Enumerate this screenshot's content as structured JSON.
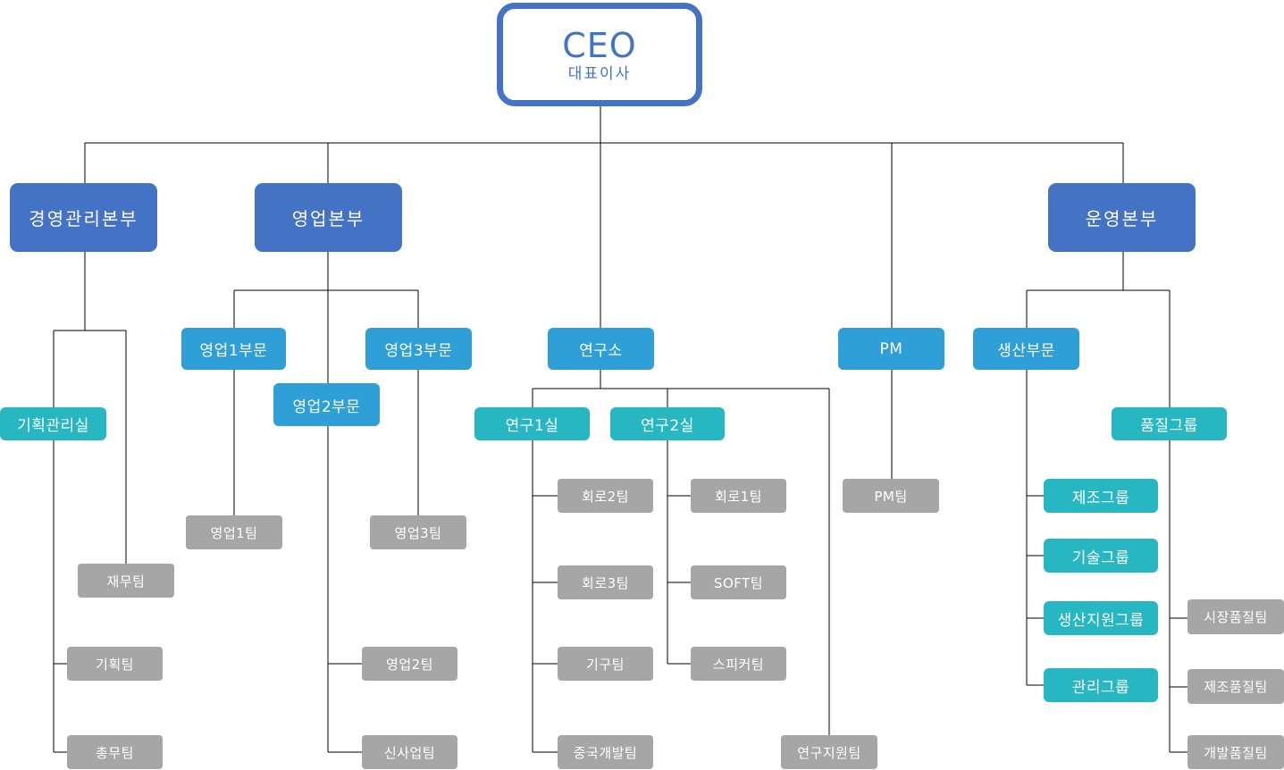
{
  "ceo": {
    "title": "CEO",
    "subtitle": "대표이사"
  },
  "divisions": {
    "management": "경영관리본부",
    "sales": "영업본부",
    "operations": "운영본부"
  },
  "departments": {
    "sales1": "영업1부문",
    "sales2": "영업2부문",
    "sales3": "영업3부문",
    "research_institute": "연구소",
    "pm": "PM",
    "production": "생산부문"
  },
  "groups": {
    "planning_office": "기획관리실",
    "lab1": "연구1실",
    "lab2": "연구2실",
    "quality": "품질그룹",
    "manufacturing": "제조그룹",
    "technology": "기술그룹",
    "production_support": "생산지원그룹",
    "administration": "관리그룹"
  },
  "teams": {
    "finance": "재무팀",
    "planning": "기획팀",
    "general_affairs": "총무팀",
    "sales1_team": "영업1팀",
    "sales2_team": "영업2팀",
    "sales3_team": "영업3팀",
    "new_business": "신사업팀",
    "circuit2": "회로2팀",
    "circuit3": "회로3팀",
    "mechanical": "기구팀",
    "china_dev": "중국개발팀",
    "circuit1": "회로1팀",
    "software": "SOFT팀",
    "speaker": "스피커팀",
    "research_support": "연구지원팀",
    "pm_team": "PM팀",
    "market_quality": "시장품질팀",
    "manufacturing_quality": "제조품질팀",
    "development_quality": "개발품질팀"
  },
  "colors": {
    "ceo_border": "#4472c4",
    "division": "#4472c4",
    "department": "#2f9fd8",
    "group": "#26b7c2",
    "team": "#a6a6a6",
    "connector": "#000000"
  }
}
